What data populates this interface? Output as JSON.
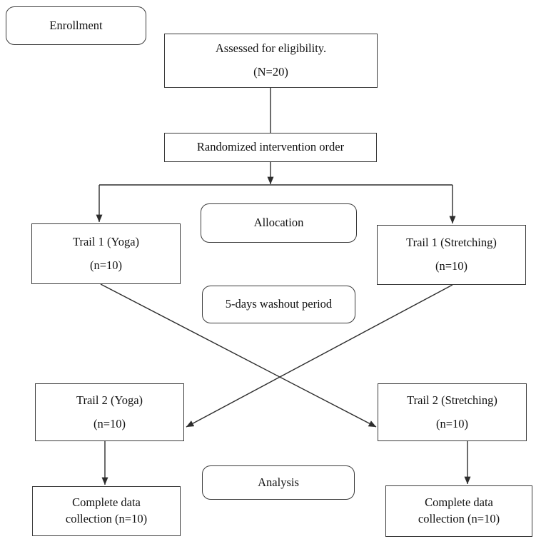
{
  "diagram": {
    "title": "CONSORT-style crossover trial flow diagram",
    "stroke_color": "#3a3a3a",
    "text_color": "#111111",
    "background": "#ffffff",
    "stage_labels": {
      "enrollment": "Enrollment",
      "allocation": "Allocation",
      "washout": "5-days washout period",
      "analysis": "Analysis"
    },
    "nodes": {
      "assessed": {
        "line1": "Assessed for eligibility.",
        "line2": "(N=20)"
      },
      "randomized": {
        "line1": "Randomized intervention order",
        "line2": ""
      },
      "trial1_yoga": {
        "line1": "Trail 1 (Yoga)",
        "line2": "(n=10)"
      },
      "trial1_stretching": {
        "line1": "Trail 1 (Stretching)",
        "line2": "(n=10)"
      },
      "trial2_yoga": {
        "line1": "Trail 2 (Yoga)",
        "line2": "(n=10)"
      },
      "trial2_stretching": {
        "line1": "Trail 2 (Stretching)",
        "line2": "(n=10)"
      },
      "complete_left": {
        "line1": "Complete data",
        "line2": "collection (n=10)"
      },
      "complete_right": {
        "line1": "Complete data",
        "line2": "collection (n=10)"
      }
    },
    "chart_data": {
      "type": "diagram",
      "flow": "crossover randomized trial",
      "total_enrolled": 20,
      "arms": [
        {
          "stage": "Trail 1",
          "intervention": "Yoga",
          "n": 10
        },
        {
          "stage": "Trail 1",
          "intervention": "Stretching",
          "n": 10
        },
        {
          "stage": "Trail 2",
          "intervention": "Yoga",
          "n": 10
        },
        {
          "stage": "Trail 2",
          "intervention": "Stretching",
          "n": 10
        },
        {
          "stage": "Analysis",
          "intervention": "Complete data collection (left)",
          "n": 10
        },
        {
          "stage": "Analysis",
          "intervention": "Complete data collection (right)",
          "n": 10
        }
      ],
      "washout_days": 5
    }
  }
}
